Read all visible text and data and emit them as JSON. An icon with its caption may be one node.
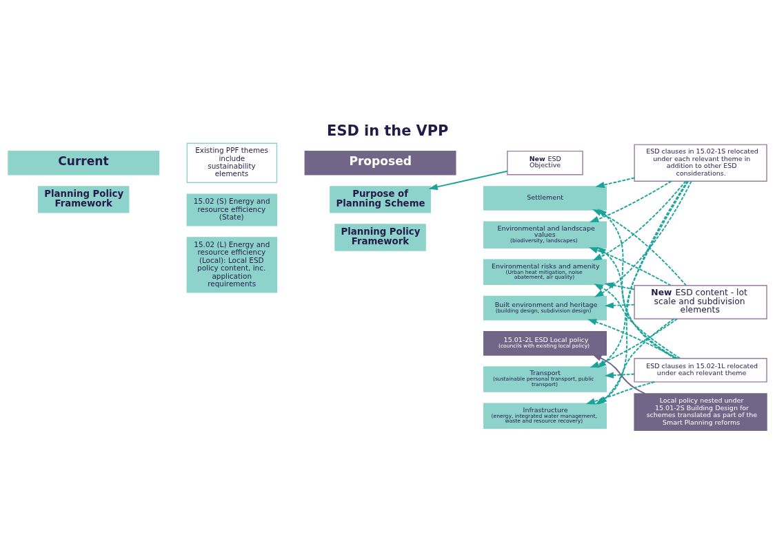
{
  "diagram": {
    "title": "ESD in the VPP",
    "nodes": [
      {
        "text": [
          "Current"
        ]
      },
      {
        "text": [
          "Proposed"
        ]
      },
      {
        "text": [
          "Planning Policy Framework"
        ]
      },
      {
        "text": [
          "Existing PPF themes include sustainability elements"
        ]
      },
      {
        "text": [
          "15.02 (S) Energy and resource efficiency (State)"
        ]
      },
      {
        "text": [
          "15.02 (L) Energy and resource efficiency (Local): Local ESD policy content, inc. application requirements"
        ]
      },
      {
        "text": [
          "Purpose of Planning Scheme"
        ]
      },
      {
        "text": [
          "**New** ESD Objective"
        ]
      },
      {
        "text": [
          "Planning Policy Framework"
        ]
      },
      {
        "text": [
          "Settlement"
        ]
      },
      {
        "text": [
          "Environmental and landscape values",
          "(biodiversity, landscapes)"
        ]
      },
      {
        "text": [
          "Environmental risks and amenity",
          "(Urban heat mitigation, noise abatement, air quality)"
        ]
      },
      {
        "text": [
          "Built environment and heritage",
          "(building design, subdivision design)"
        ]
      },
      {
        "text": [
          "15.01-2L ESD Local policy",
          "(councils with existing local policy)"
        ]
      },
      {
        "text": [
          "Transport",
          "(sustainable personal transport, public transport)"
        ]
      },
      {
        "text": [
          "Infrastructure",
          "(energy, integrated water management, waste and resource recovery)"
        ]
      },
      {
        "text": [
          "ESD clauses in 15.02-1S relocated under each relevant theme in addition to other ESD considerations."
        ]
      },
      {
        "text": [
          "**New** ESD content - lot scale and subdivision elements"
        ]
      },
      {
        "text": [
          "Local policy nested under 15.01-2S Building Design for schemes translated as part of the Smart Planning reforms"
        ]
      },
      {
        "text": [
          "ESD clauses in 15.02-1L relocated under each relevant theme"
        ]
      }
    ],
    "edges": [
      {
        "from": 7,
        "to": 6,
        "arrow": "to"
      },
      {
        "from": 16,
        "to": 9,
        "arrow": "to",
        "style": "dashed"
      },
      {
        "from": 16,
        "to": 10,
        "arrow": "to",
        "style": "dashed"
      },
      {
        "from": 16,
        "to": 11,
        "arrow": "to",
        "style": "dashed"
      },
      {
        "from": 16,
        "to": 12,
        "arrow": "to",
        "style": "dashed"
      },
      {
        "from": 16,
        "to": 14,
        "arrow": "to",
        "style": "dashed"
      },
      {
        "from": 16,
        "to": 15,
        "arrow": "to",
        "style": "dashed"
      },
      {
        "from": 17,
        "to": 9,
        "arrow": "to",
        "style": "dashed"
      },
      {
        "from": 17,
        "to": 10,
        "arrow": "to",
        "style": "dashed"
      },
      {
        "from": 17,
        "to": 11,
        "arrow": "to",
        "style": "dashed"
      },
      {
        "from": 17,
        "to": 12,
        "arrow": "to",
        "style": "dashed"
      },
      {
        "from": 17,
        "to": 14,
        "arrow": "to",
        "style": "dashed"
      },
      {
        "from": 17,
        "to": 15,
        "arrow": "to",
        "style": "dashed"
      },
      {
        "from": 18,
        "to": 13,
        "arrow": "to",
        "color": "#6e6189"
      },
      {
        "from": 19,
        "to": 9,
        "arrow": "to",
        "style": "dashed"
      },
      {
        "from": 19,
        "to": 10,
        "arrow": "to",
        "style": "dashed"
      },
      {
        "from": 19,
        "to": 11,
        "arrow": "to",
        "style": "dashed"
      },
      {
        "from": 19,
        "to": 12,
        "arrow": "to",
        "style": "dashed"
      },
      {
        "from": 19,
        "to": 14,
        "arrow": "to",
        "style": "dashed"
      },
      {
        "from": 19,
        "to": 15,
        "arrow": "to",
        "style": "dashed"
      }
    ]
  }
}
